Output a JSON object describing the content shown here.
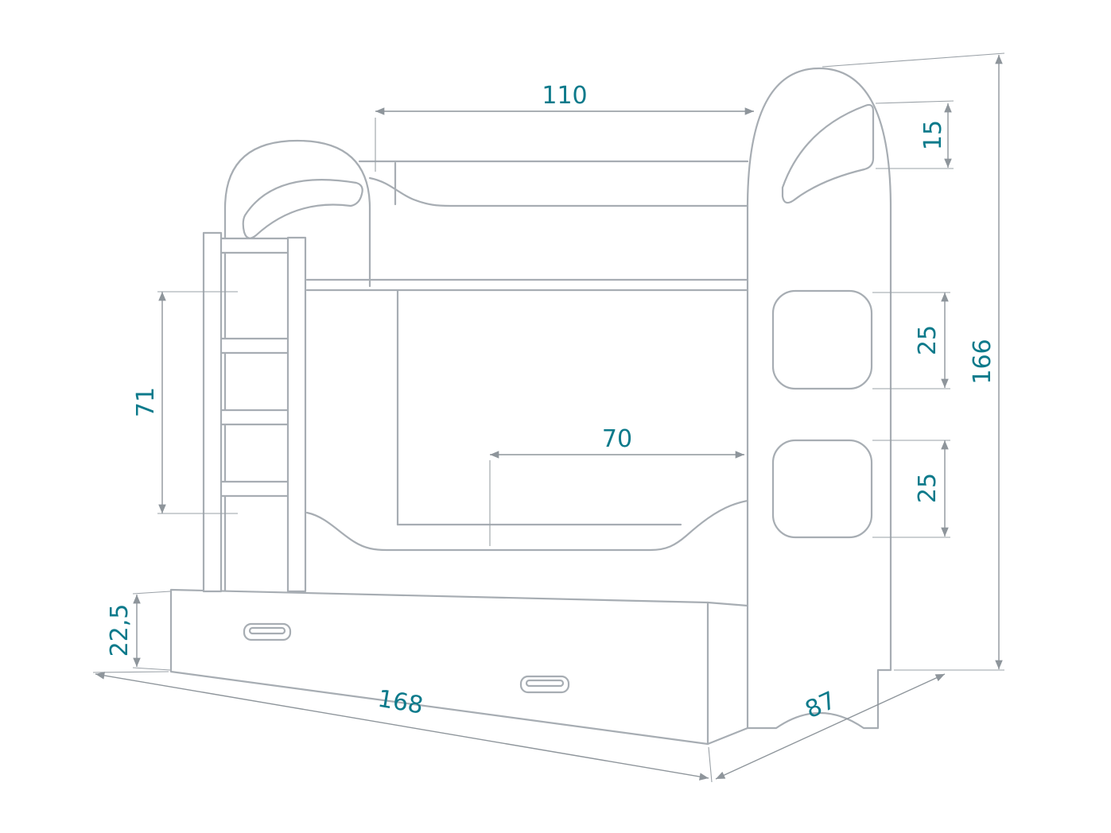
{
  "diagram": {
    "labels": {
      "d110": "110",
      "d15": "15",
      "d166": "166",
      "d25_upper": "25",
      "d25_lower": "25",
      "d71": "71",
      "d70": "70",
      "d22_5": "22,5",
      "d168": "168",
      "d87": "87"
    },
    "colors": {
      "outline": "#a7adb3",
      "dimension_line": "#8e959b",
      "label_text": "#0c7a8b",
      "background": "#ffffff"
    }
  }
}
